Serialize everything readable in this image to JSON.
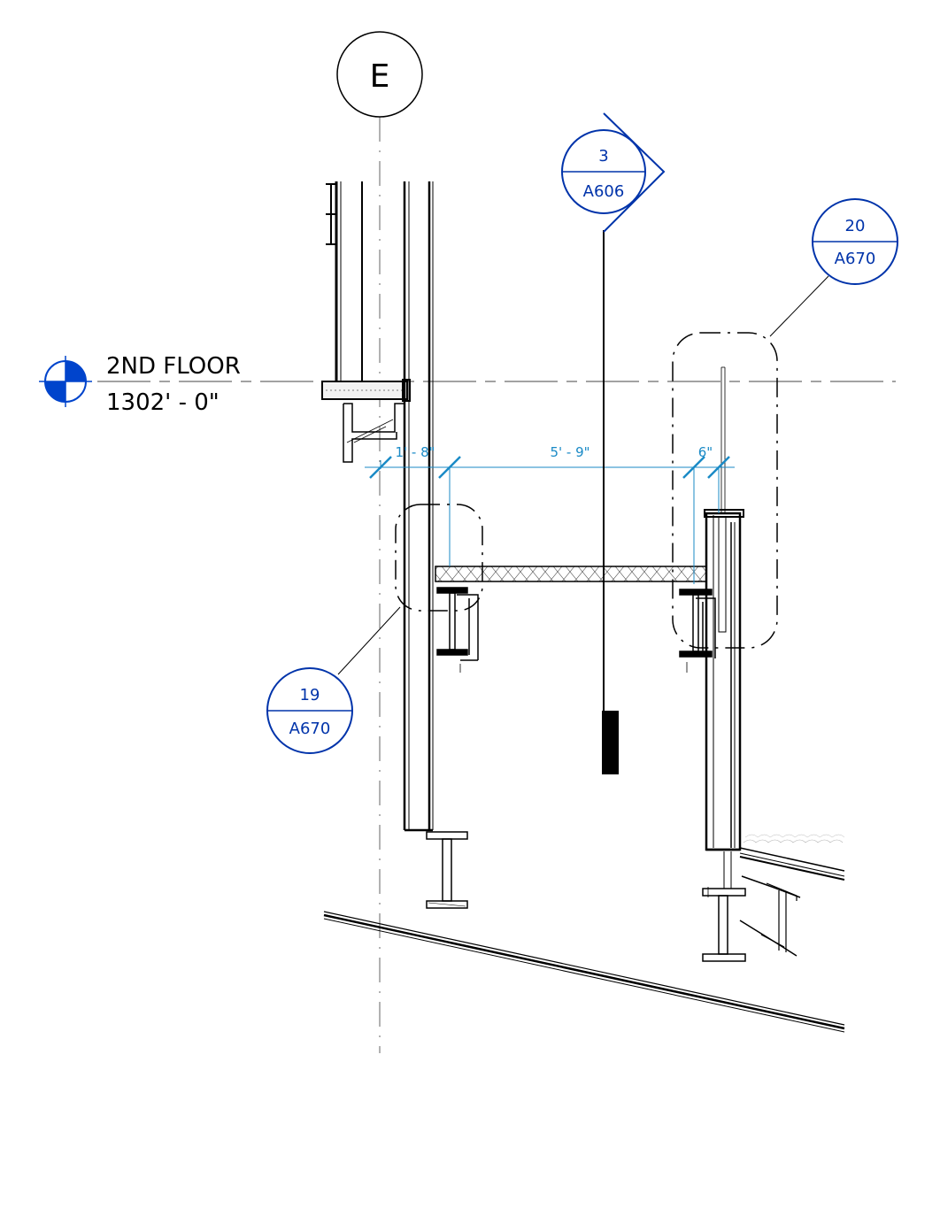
{
  "grid": {
    "label": "E"
  },
  "level": {
    "name": "2ND FLOOR",
    "elevation": "1302' - 0\""
  },
  "section_tag": {
    "number": "3",
    "sheet": "A606"
  },
  "callouts": [
    {
      "number": "20",
      "sheet": "A670"
    },
    {
      "number": "19",
      "sheet": "A670"
    }
  ],
  "dimensions": [
    "1' - 8\"",
    "5' - 9\"",
    "6\""
  ],
  "colors": {
    "linework": "#000000",
    "annotation": "#0033aa",
    "dimension": "#1a8ac6",
    "level_head": "#0044cc"
  }
}
